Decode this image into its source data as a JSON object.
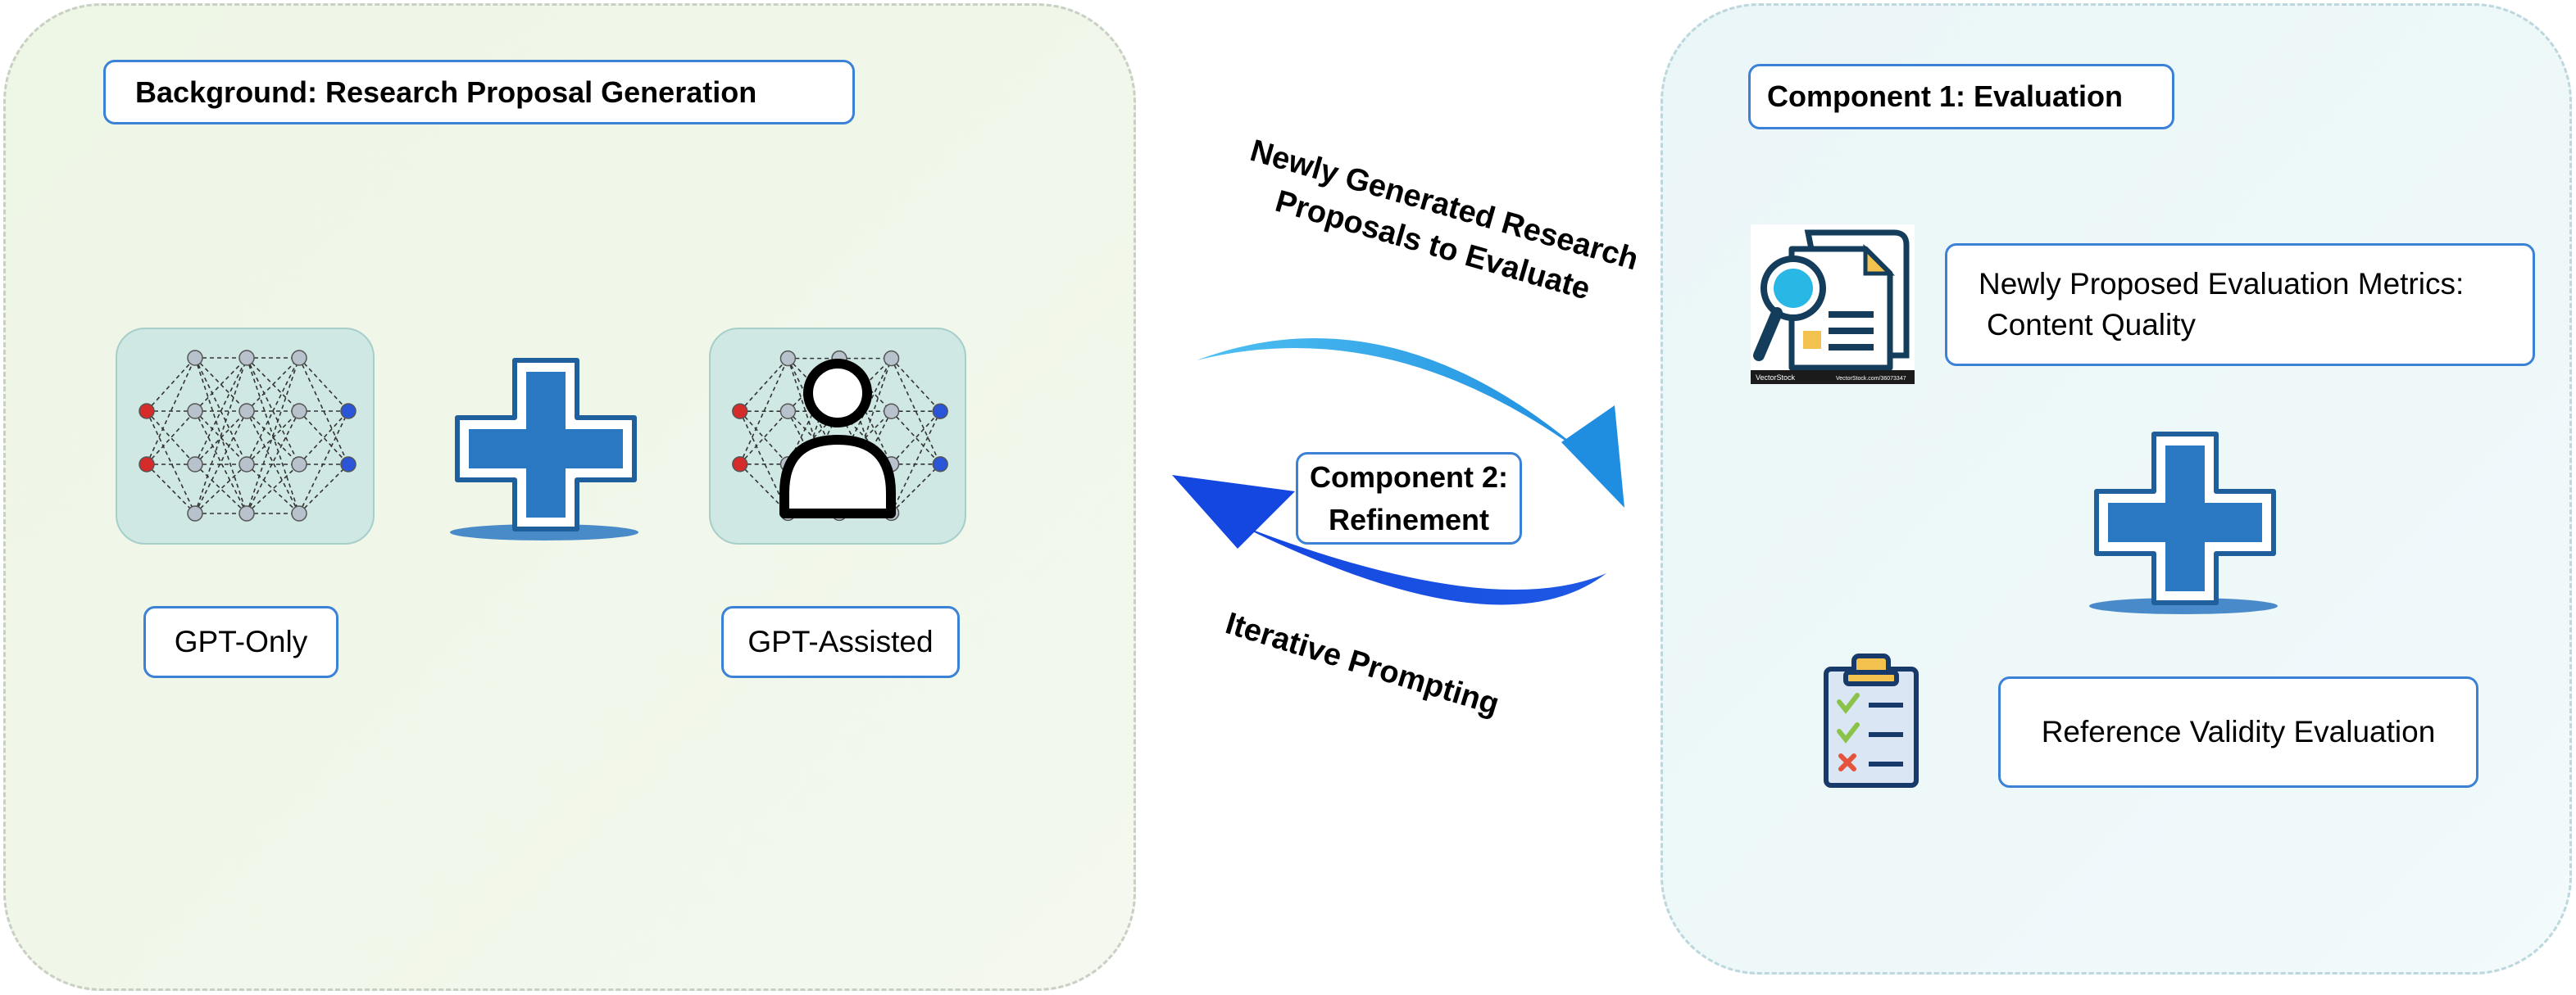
{
  "background_panel": {
    "title": "Background: Research Proposal Generation",
    "gpt_only_label": "GPT-Only",
    "gpt_assisted_label": "GPT-Assisted"
  },
  "evaluation_panel": {
    "title": "Component 1: Evaluation",
    "metrics_label_line1": "Newly Proposed Evaluation Metrics:",
    "metrics_label_line2": "Content Quality",
    "reference_label": "Reference Validity Evaluation",
    "report_icon_caption_left": "VectorStock",
    "report_icon_caption_right": "VectorStock.com/36073347"
  },
  "center": {
    "top_arrow_line1": "Newly Generated Research",
    "top_arrow_line2": "Proposals to Evaluate",
    "refinement_line1": "Component 2:",
    "refinement_line2": "Refinement",
    "bottom_arrow_text": "Iterative Prompting"
  },
  "colors": {
    "box_border": "#3b82d6",
    "plus_fill": "#2b78c2",
    "arrow_top": "#2fa6e8",
    "arrow_bottom": "#1d4fe0",
    "node_red": "#d62b2b",
    "node_blue": "#2a55d6",
    "node_gray": "#b8c2cc"
  }
}
